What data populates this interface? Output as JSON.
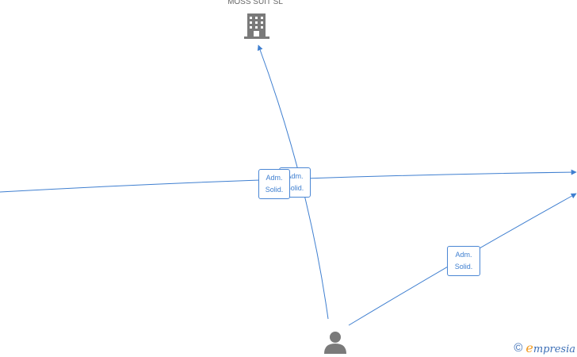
{
  "nodes": {
    "company": {
      "label": "MOSS SUIT SL",
      "icon": "building-icon"
    },
    "person": {
      "icon": "person-icon"
    }
  },
  "edges": [
    {
      "id": "edge-horizontal",
      "label_line1": "Adm.",
      "label_line2": "Solid."
    },
    {
      "id": "edge-to-company",
      "label_line1": "Adm.",
      "label_line2": "Solid."
    },
    {
      "id": "edge-to-right",
      "label_line1": "Adm.",
      "label_line2": "Solid."
    }
  ],
  "footer": {
    "copyright_symbol": "©",
    "brand_initial": "e",
    "brand_rest": "mpresia"
  },
  "colors": {
    "edge": "#3f7fd0",
    "node_icon": "#7a7a7a",
    "brand_orange": "#f29a1f"
  }
}
